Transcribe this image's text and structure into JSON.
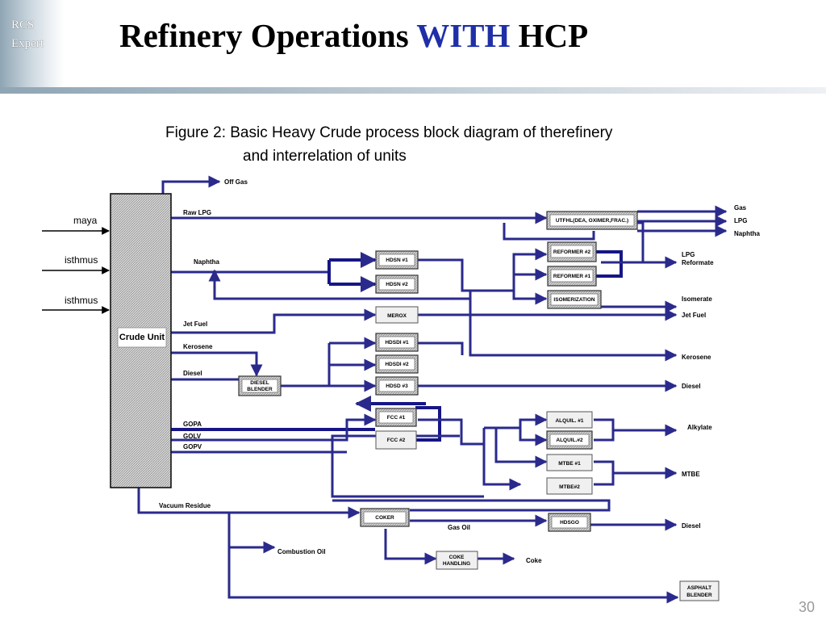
{
  "slide": {
    "logo_line1": "RCS",
    "logo_line2": "Expert",
    "title_pre": "Refinery Operations ",
    "title_highlight": "WITH",
    "title_post": " HCP",
    "caption_line1": "Figure 2: Basic Heavy Crude process block diagram of therefinery",
    "caption_line2": "and interrelation of units",
    "page_number": "30"
  },
  "colors": {
    "line": "#2a2a8c",
    "title_highlight": "#1f2fa8",
    "bar": "#8fa5b4"
  },
  "inputs": {
    "maya": "maya",
    "isthmus1": "isthmus",
    "isthmus2": "isthmus"
  },
  "units": {
    "crude": "Crude Unit",
    "utfhl": "UTFHL(DEA, OXIMER,FRAC.)",
    "reformer2": "REFORMER #2",
    "reformer1": "REFORMER #1",
    "isomerization": "ISOMERIZATION",
    "hdsn1": "HDSN #1",
    "hdsn2": "HDSN #2",
    "merox": "MEROX",
    "hdsdi1": "HDSDI #1",
    "hdsdi2": "HDSDI #2",
    "hdsd3": "HDSD #3",
    "diesel_blender_l1": "DIESEL",
    "diesel_blender_l2": "BLENDER",
    "fcc1": "FCC #1",
    "fcc2": "FCC #2",
    "alquil1": "ALQUIL. #1",
    "alquil2": "ALQUIL.#2",
    "mtbe1": "MTBE #1",
    "mtbe2": "MTBE#2",
    "coker": "COKER",
    "hdsgo": "HDSGO",
    "coke_handling_l1": "COKE",
    "coke_handling_l2": "HANDLING",
    "asphalt_blender_l1": "ASPHALT",
    "asphalt_blender_l2": "BLENDER"
  },
  "streams": {
    "off_gas": "Off Gas",
    "raw_lpg": "Raw LPG",
    "naphtha": "Naphtha",
    "jet_fuel": "Jet Fuel",
    "kerosene": "Kerosene",
    "diesel": "Diesel",
    "gopa": "GOPA",
    "golv": "GOLV",
    "gopv": "GOPV",
    "vacuum_residue": "Vacuum Residue",
    "combustion_oil": "Combustion Oil",
    "gas_oil": "Gas Oil",
    "coke": "Coke"
  },
  "products": {
    "gas": "Gas",
    "lpg": "LPG",
    "naphtha": "Naphtha",
    "lpg2": "LPG",
    "reformate": "Reformate",
    "isomerate": "Isomerate",
    "jet_fuel": "Jet Fuel",
    "kerosene": "Kerosene",
    "diesel": "Diesel",
    "alkylate": "Alkylate",
    "mtbe": "MTBE",
    "diesel2": "Diesel"
  }
}
